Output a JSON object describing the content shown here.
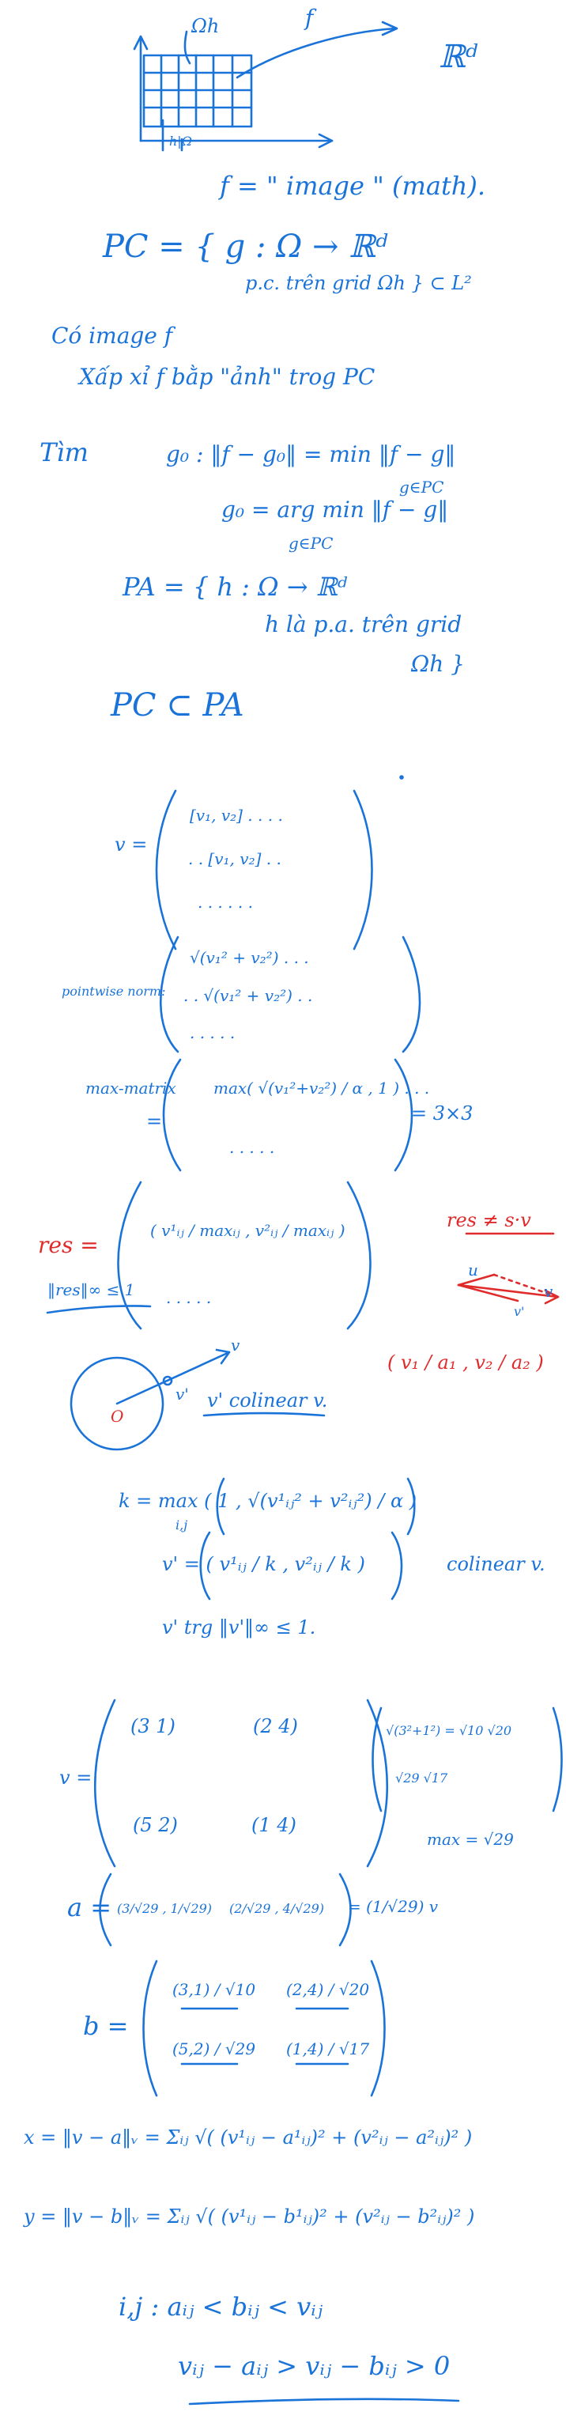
{
  "colors": {
    "ink": "#1a73d9",
    "accent": "#e02b2b",
    "background": "#ffffff"
  },
  "sketch": {
    "omega_h": "Ωh",
    "omega_h_bottom": "h|Ω",
    "arrow_f": "f",
    "codomain": "ℝᵈ"
  },
  "lines": {
    "f_def": "f = \" image \" (math).",
    "pc_def_1": "PC = { g : Ω → ℝᵈ",
    "pc_def_2": "p.c. trên grid Ωh } ⊂ L²",
    "co_image": "Có image f",
    "xap_xi": "Xấp xỉ f bằp \"ảnh\" trog PC",
    "tim": "Tìm",
    "g0_def": "g₀ : ‖f − g₀‖ = min ‖f − g‖",
    "g0_under": "g∈PC",
    "argmin": "g₀ = arg min ‖f − g‖",
    "argmin_under": "g∈PC",
    "pa_def_1": "PA = { h : Ω → ℝᵈ",
    "pa_def_2": "h là p.a. trên grid",
    "pa_def_3": "Ωh }",
    "pc_sub_pa": "PC ⊂ PA",
    "v_label": "v =",
    "v_row1": "[v₁, v₂]  . . . .",
    "v_row2": ". .  [v₁, v₂]  . .",
    "v_row3": ". . . . . .",
    "pointwise_label": "pointwise norm:",
    "pw_row1": "√(v₁² + v₂²)  . . .",
    "pw_row2": ". .  √(v₁² + v₂²)  . .",
    "pw_row3": ". .  .  .  .",
    "maxmatrix_label": "max-matrix",
    "maxmatrix_eq": "=",
    "mm_row1": "max( √(v₁²+v₂²) / α , 1 )  . . .",
    "mm_row2": ". .  .  .  .",
    "mm_size": "= 3×3",
    "res_label": "res =",
    "res_norm": "‖res‖∞ ≤ 1",
    "res_entry": "( v¹ᵢⱼ / maxᵢⱼ , v²ᵢⱼ / maxᵢⱼ )",
    "res_row2": ". . . . .",
    "res_neq": "res ≠ s·v",
    "vec_u": "u",
    "vec_v": "v",
    "vec_v_prime": "v'",
    "red_frac": "( v₁ / a₁ , v₂ / a₂ )",
    "origin": "O",
    "circle_vprime": "v'",
    "circle_v": "v",
    "colinear_1": "v' colinear v.",
    "k_def": "k = max ( 1 , √(v¹ᵢⱼ² + v²ᵢⱼ²) / α )",
    "k_under": "i,j",
    "v_prime_def": "v' = ( v¹ᵢⱼ / k , v²ᵢⱼ / k )",
    "colinear_2": "colinear v.",
    "v_prime_norm": "v' trg ‖v'‖∞ ≤ 1.",
    "v_ex_label": "v =",
    "v_ex_11": "(3 1)",
    "v_ex_12": "(2 4)",
    "v_ex_21": "(5 2)",
    "v_ex_22": "(1 4)",
    "norm_r1": "√(3²+1²) = √10   √20",
    "norm_r2": "√29        √17",
    "max_val": "max = √29",
    "a_label": "a =",
    "a_11": "(3/√29 , 1/√29)",
    "a_12": "(2/√29 , 4/√29)",
    "a_eq": "= (1/√29) v",
    "b_label": "b =",
    "b_11": "(3,1) / √10",
    "b_12": "(2,4) / √20",
    "b_21": "(5,2) / √29",
    "b_22": "(1,4) / √17",
    "x_def": "x = ‖v − a‖ᵥ = Σᵢⱼ √( (v¹ᵢⱼ − a¹ᵢⱼ)² + (v²ᵢⱼ − a²ᵢⱼ)² )",
    "y_def": "y = ‖v − b‖ᵥ = Σᵢⱼ √( (v¹ᵢⱼ − b¹ᵢⱼ)² + (v²ᵢⱼ − b²ᵢⱼ)² )",
    "ineq_1": "i,j :   aᵢⱼ < bᵢⱼ < vᵢⱼ",
    "ineq_2": "vᵢⱼ − aᵢⱼ > vᵢⱼ − bᵢⱼ > 0"
  }
}
